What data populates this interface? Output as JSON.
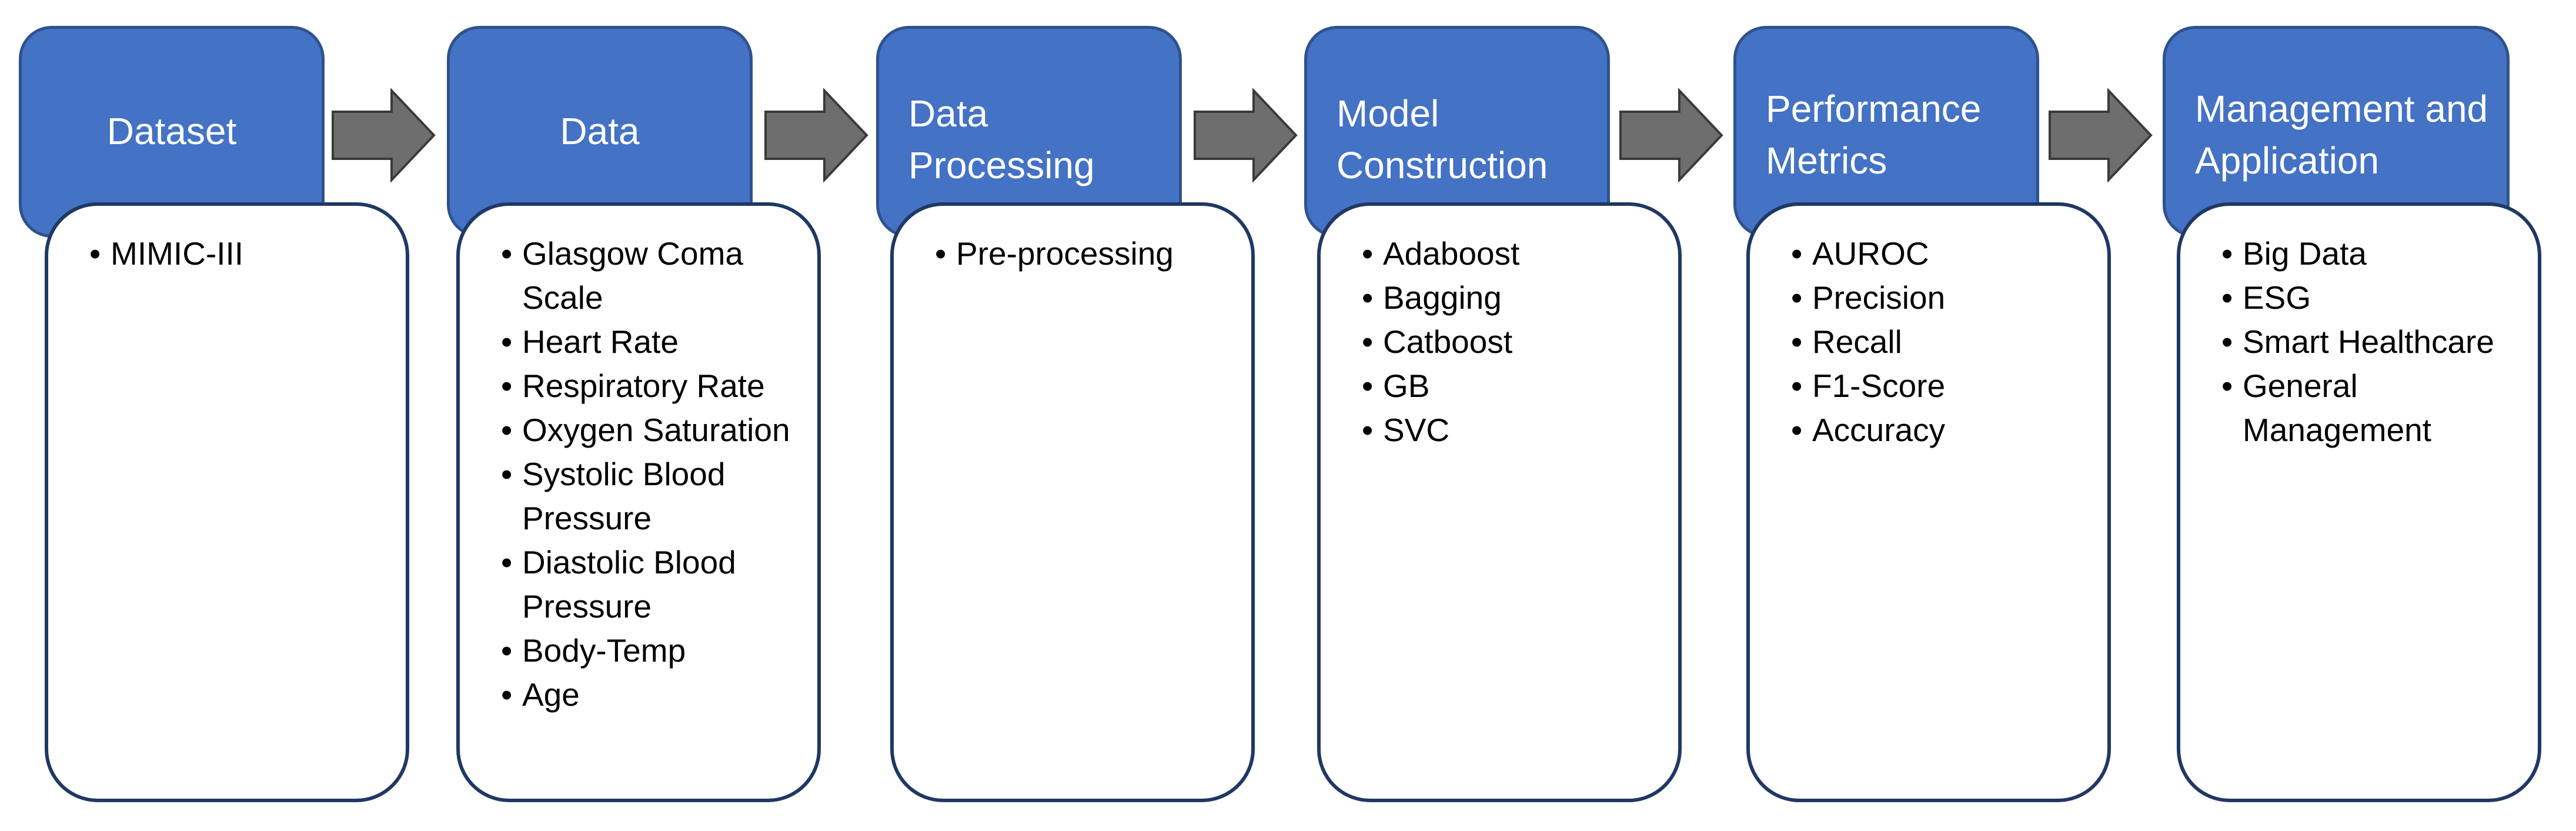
{
  "stages": [
    {
      "title": "Dataset",
      "items": [
        "MIMIC-III"
      ]
    },
    {
      "title": "Data",
      "items": [
        "Glasgow Coma Scale",
        "Heart Rate",
        "Respiratory Rate",
        "Oxygen Saturation",
        "Systolic Blood Pressure",
        "Diastolic Blood Pressure",
        "Body-Temp",
        "Age"
      ]
    },
    {
      "title": "Data Processing",
      "items": [
        "Pre-processing"
      ]
    },
    {
      "title": "Model Construction",
      "items": [
        "Adaboost",
        "Bagging",
        "Catboost",
        "GB",
        "SVC"
      ]
    },
    {
      "title": "Performance Metrics",
      "items": [
        "AUROC",
        "Precision",
        "Recall",
        "F1-Score",
        "Accuracy"
      ]
    },
    {
      "title": "Management and Application",
      "items": [
        "Big Data",
        "ESG",
        "Smart Healthcare",
        "General Management"
      ]
    }
  ],
  "colors": {
    "header_fill": "#4472C4",
    "header_border": "#2F528F",
    "box_border": "#1F3864",
    "arrow_fill": "#6E6E6E",
    "arrow_border": "#3A3A3A"
  }
}
